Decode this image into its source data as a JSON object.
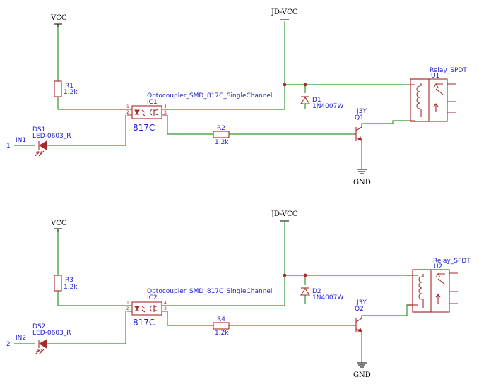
{
  "colors": {
    "wire": "#2e9a2e",
    "component": "#a52a2a",
    "text": "#1d1dd0",
    "power": "#000000"
  },
  "channels": [
    {
      "vcc": "VCC",
      "jdvcc": "JD-VCC",
      "gnd": "GND",
      "port": {
        "num": "1",
        "label": "IN1"
      },
      "led": {
        "ref": "DS1",
        "value": "LED-0603_R"
      },
      "r_top": {
        "ref": "R1",
        "value": "1.2k"
      },
      "opto": {
        "ref": "IC1",
        "name": "Optocoupler_SMD_817C_SingleChannel",
        "part": "817C",
        "pins": [
          "1",
          "2",
          "3",
          "4"
        ]
      },
      "r_base": {
        "ref": "R2",
        "value": "1.2k"
      },
      "diode": {
        "ref": "D1",
        "value": "1N4007W"
      },
      "transistor": {
        "ref": "Q1",
        "value": "J3Y"
      },
      "relay": {
        "ref": "U1",
        "value": "Relay_SPDT"
      }
    },
    {
      "vcc": "VCC",
      "jdvcc": "JD-VCC",
      "gnd": "GND",
      "port": {
        "num": "2",
        "label": "IN2"
      },
      "led": {
        "ref": "DS2",
        "value": "LED-0603_R"
      },
      "r_top": {
        "ref": "R3",
        "value": "1.2k"
      },
      "opto": {
        "ref": "IC2",
        "name": "Optocoupler_SMD_817C_SingleChannel",
        "part": "817C",
        "pins": [
          "1",
          "2",
          "3",
          "4"
        ]
      },
      "r_base": {
        "ref": "R4",
        "value": "1.2k"
      },
      "diode": {
        "ref": "D2",
        "value": "1N4007W"
      },
      "transistor": {
        "ref": "Q2",
        "value": "J3Y"
      },
      "relay": {
        "ref": "U2",
        "value": "Relay_SPDT"
      }
    }
  ]
}
